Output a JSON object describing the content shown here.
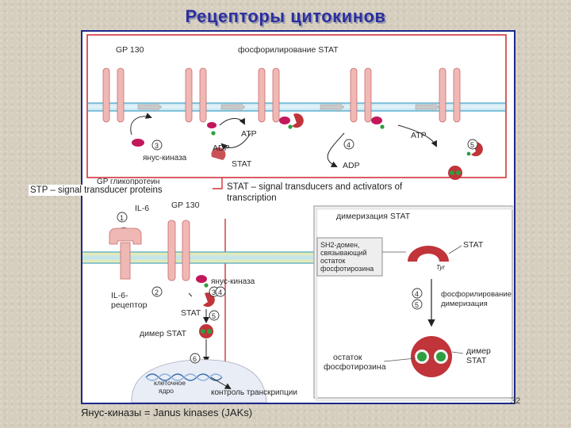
{
  "title": "Рецепторы цитокинов",
  "panel_top": {
    "gp130": "GP 130",
    "phosphorylation": "фосфорилирование STAT",
    "janus_kinase": "янус-киназа",
    "atp_1": "ATP",
    "adp_1": "ADP",
    "stat": "STAT",
    "atp_2": "ATP",
    "adp_2": "ADP",
    "gp_legend": "GP гликопротеин",
    "step_3": "3",
    "step_4": "4",
    "step_5": "5"
  },
  "panel_bottom": {
    "il6": "IL-6",
    "gp130": "GP 130",
    "janus_kinase": "янус-киназа",
    "il6_receptor_1": "IL-6-",
    "il6_receptor_2": "рецептор",
    "stat": "STAT",
    "dimer_stat": "димер STAT",
    "nucleus_1": "клеточное",
    "nucleus_2": "ядро",
    "transcription_control": "контроль транскрипции",
    "steps": [
      "1",
      "2",
      "3",
      "4",
      "5",
      "6"
    ]
  },
  "inset": {
    "dimerization": "димеризация STAT",
    "sh2_1": "SH2-домен,",
    "sh2_2": "связывающий",
    "sh2_3": "остаток",
    "sh2_4": "фосфотирозина",
    "stat": "STAT",
    "tyr": "Tyr",
    "phos_1": "фосфорилирование",
    "phos_2": "димеризация",
    "residue_1": "остаток",
    "residue_2": "фосфотирозина",
    "dimer_1": "димер",
    "dimer_2": "STAT",
    "step_4": "4",
    "step_5": "5"
  },
  "overlays": {
    "stp_note": "STP – signal transducer proteins",
    "stat_note_1": "STAT – signal transducers and activators of",
    "stat_note_2": "transcription"
  },
  "caption": "Янус-киназы = Janus kinases (JAKs)",
  "page_number": "32",
  "colors": {
    "title": "#2b2f9e",
    "frame": "#1d2a8a",
    "red_line": "#d0343a",
    "receptor": "#f0b8b4",
    "membrane_blue": "#bfe3f2",
    "membrane_yellow": "#f4ec9a",
    "jak": "#c2185b",
    "stat": "#c0343a",
    "phospho": "#2e9e3e"
  }
}
